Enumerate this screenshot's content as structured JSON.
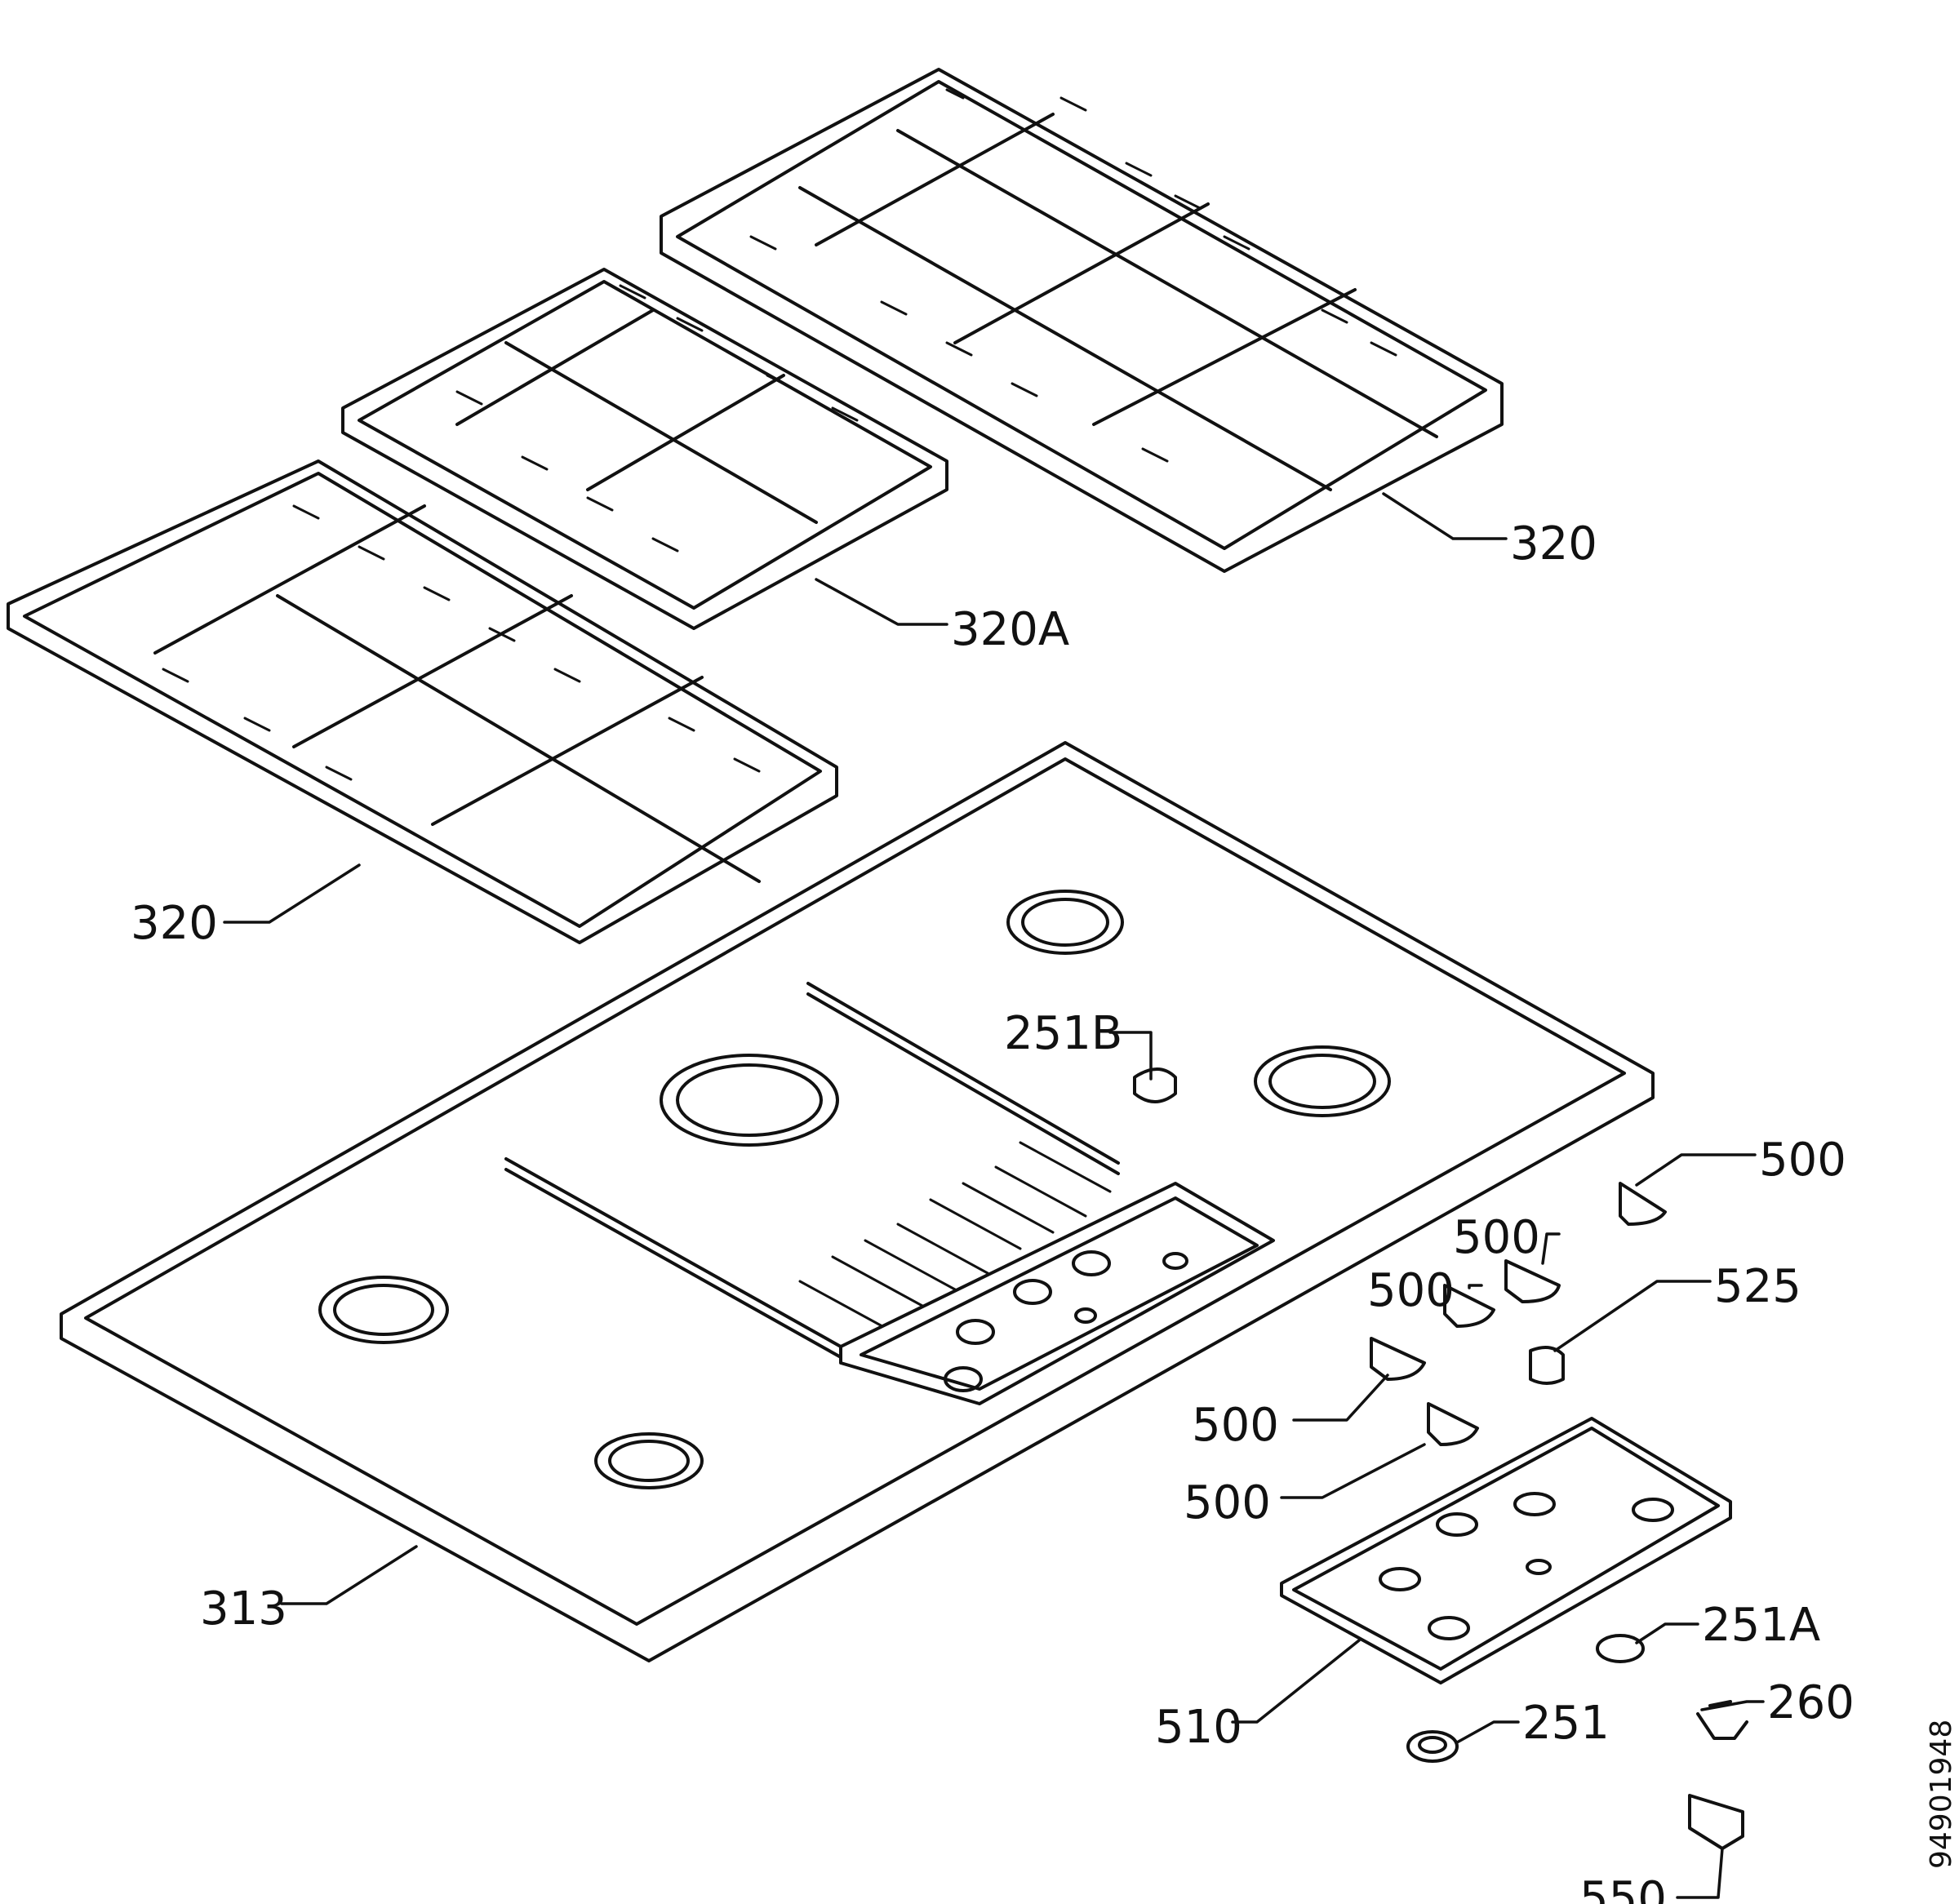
{
  "labels": {
    "grid_right": "320",
    "grid_middle": "320A",
    "grid_left": "320",
    "hob": "313",
    "stopper": "251B",
    "knob_a": "500",
    "knob_b": "500",
    "knob_c": "500",
    "knob_d": "500",
    "knob_e": "500",
    "button": "525",
    "panel": "510",
    "ring_a": "251A",
    "ring": "251",
    "spring": "260",
    "switch": "550"
  },
  "document_id": "94901948"
}
